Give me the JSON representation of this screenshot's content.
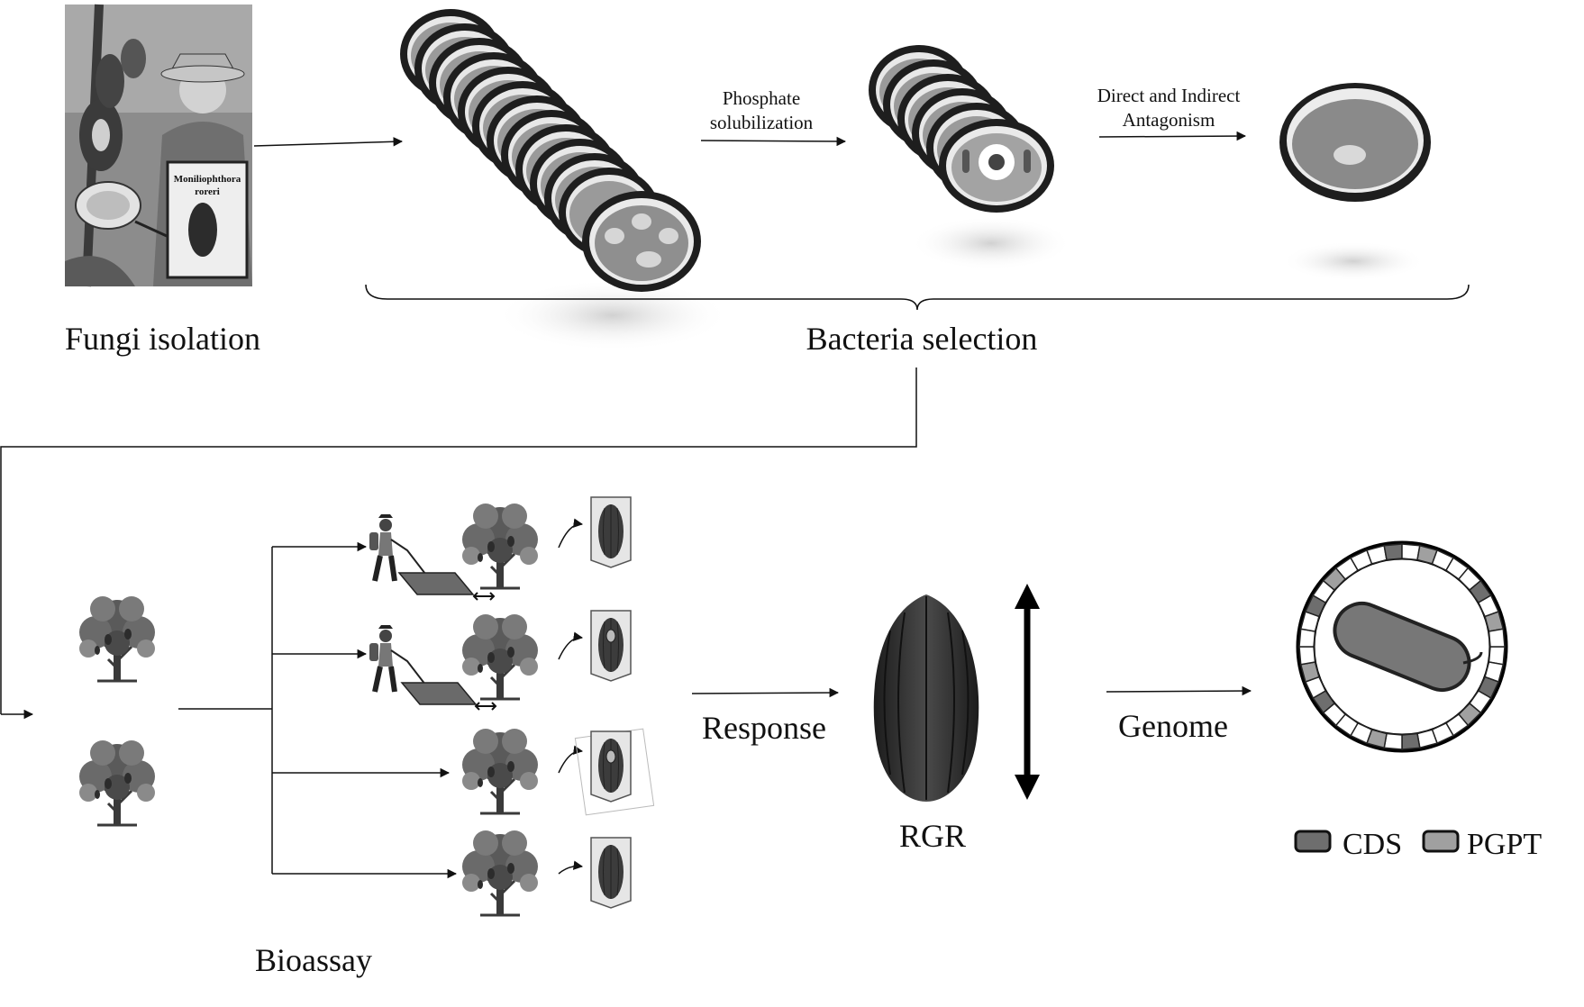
{
  "stages": {
    "fungi_isolation": "Fungi isolation",
    "bacteria_selection": "Bacteria selection",
    "bioassay": "Bioassay"
  },
  "steps": {
    "phosphate_line1": "Phosphate",
    "phosphate_line2": "solubilization",
    "antagonism_line1": "Direct and Indirect",
    "antagonism_line2": "Antagonism",
    "response": "Response",
    "genome": "Genome",
    "rgr": "RGR"
  },
  "illustration": {
    "clipboard_line1": "Moniliophthora",
    "clipboard_line2": "roreri"
  },
  "legend": {
    "cds": "CDS",
    "pgpt": "PGPT",
    "cds_color": "#6e6e6e",
    "pgpt_color": "#a0a0a0"
  }
}
